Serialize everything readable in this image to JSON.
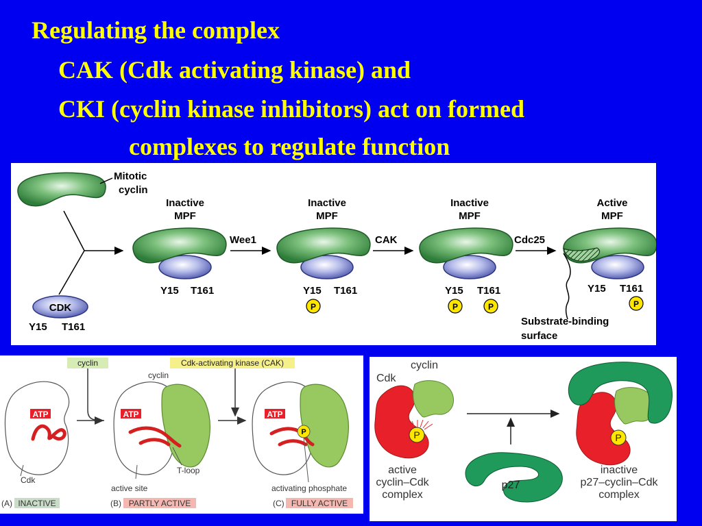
{
  "slide": {
    "title_line1": "Regulating the complex",
    "title_line2": "CAK (Cdk activating kinase) and",
    "title_line3": "CKI (cyclin kinase inhibitors) act on formed",
    "title_line4": "complexes to regulate function"
  },
  "top_diagram": {
    "mitotic_cyclin": "Mitotic\ncyclin",
    "cdk": "CDK",
    "y15": "Y15",
    "t161": "T161",
    "phospho": "P",
    "stages": [
      {
        "state": "Inactive",
        "complex": "MPF"
      },
      {
        "state": "Inactive",
        "complex": "MPF"
      },
      {
        "state": "Inactive",
        "complex": "MPF"
      },
      {
        "state": "Active",
        "complex": "MPF"
      }
    ],
    "arrows": [
      "Wee1",
      "CAK",
      "Cdc25"
    ],
    "substrate_binding": "Substrate-binding",
    "surface": "surface"
  },
  "left_diagram": {
    "cyclin_tag": "cyclin",
    "cak_tag": "Cdk-activating kinase (CAK)",
    "cyclin": "cyclin",
    "atp": "ATP",
    "cdk": "Cdk",
    "phospho": "P",
    "t_loop": "T-loop",
    "active_site": "active site",
    "activating_phosphate": "activating phosphate",
    "panel_a_prefix": "(A)",
    "panel_a_state": "INACTIVE",
    "panel_b_prefix": "(B)",
    "panel_b_state": "PARTLY ACTIVE",
    "panel_c_prefix": "(C)",
    "panel_c_state": "FULLY ACTIVE"
  },
  "right_diagram": {
    "cdk": "Cdk",
    "cyclin": "cyclin",
    "phospho": "P",
    "active_line1": "active",
    "active_line2": "cyclin–Cdk",
    "active_line3": "complex",
    "p27": "p27",
    "inactive_line1": "inactive",
    "inactive_line2": "p27–cyclin–Cdk",
    "inactive_line3": "complex"
  },
  "colors": {
    "background": "#0000f0",
    "title": "#ffff00",
    "cyclin_green": "#3e8a3e",
    "cdk_blue": "#8d95d8",
    "phospho_yellow": "#ffe600",
    "cdk_red": "#e8202a",
    "light_green": "#98c860",
    "dark_green": "#1f9a5a"
  }
}
